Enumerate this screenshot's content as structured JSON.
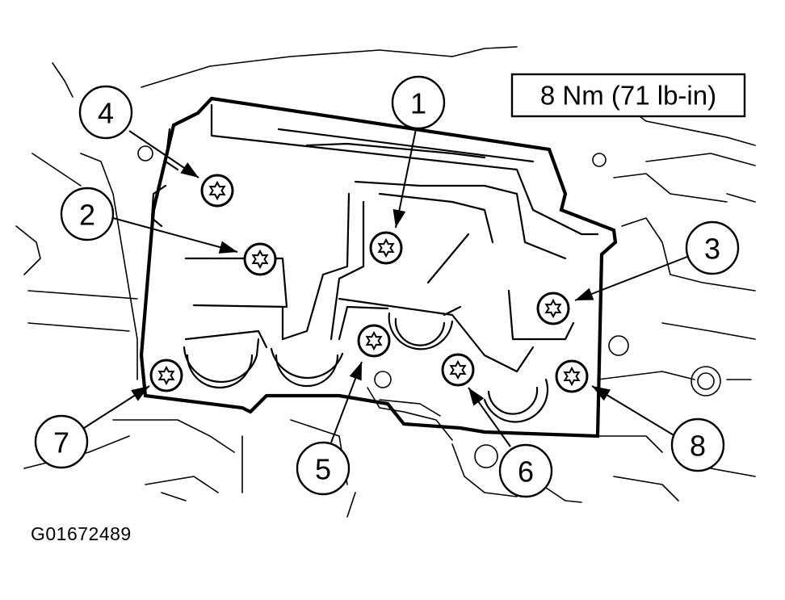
{
  "torque_label": "8 Nm (71 lb-in)",
  "figure_id": "G01672489",
  "callouts": [
    {
      "label": "1"
    },
    {
      "label": "2"
    },
    {
      "label": "3"
    },
    {
      "label": "4"
    },
    {
      "label": "5"
    },
    {
      "label": "6"
    },
    {
      "label": "7"
    },
    {
      "label": "8"
    }
  ]
}
